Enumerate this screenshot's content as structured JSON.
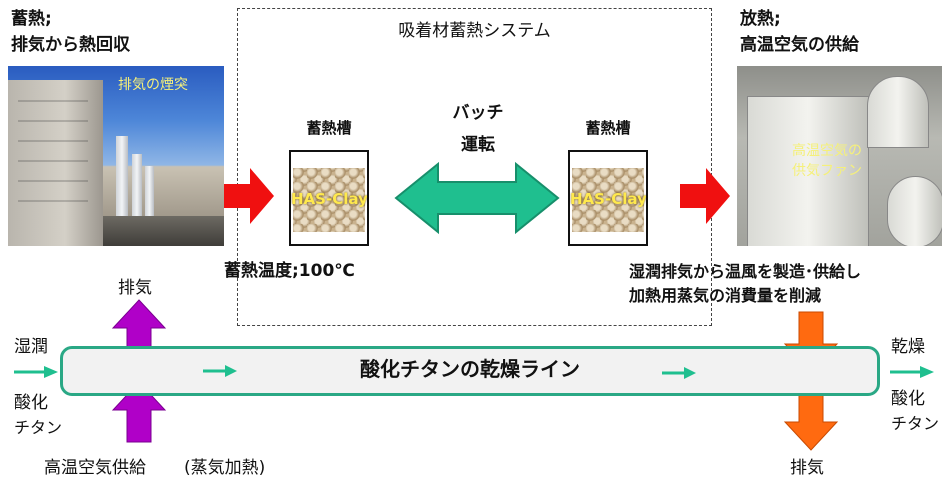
{
  "heat_storage": {
    "title": "蓄熱;",
    "subtitle": "排気から熱回収"
  },
  "heat_release": {
    "title": "放熱;",
    "subtitle": "高温空気の供給"
  },
  "photo_left_label": "排気の煙突",
  "photo_right_label_line1": "高温空気の",
  "photo_right_label_line2": "供気ファン",
  "system_title": "吸着材蓄熱システム",
  "tank_left_label": "蓄熱槽",
  "tank_right_label": "蓄熱槽",
  "tank_material": "HAS-Clay",
  "batch_line1": "バッチ",
  "batch_line2": "運転",
  "storage_temperature": "蓄熱温度;100℃",
  "benefit_line1": "湿潤排気から温風を製造･供給し",
  "benefit_line2": "加熱用蒸気の消費量を削減",
  "exhaust_left": "排気",
  "exhaust_right": "排気",
  "input_line1": "湿潤",
  "input_line2": "酸化",
  "input_line3": "チタン",
  "output_line1": "乾燥",
  "output_line2": "酸化",
  "output_line3": "チタン",
  "drying_line_label": "酸化チタンの乾燥ライン",
  "hot_air_supply": "高温空気供給",
  "steam_heating": "(蒸気加熱)",
  "colors": {
    "red_arrow": "#f01010",
    "teal_arrow": "#1fbf8f",
    "purple_arrow": "#b000c8",
    "orange_arrow": "#ff6a10",
    "line_border": "#2aa885"
  }
}
